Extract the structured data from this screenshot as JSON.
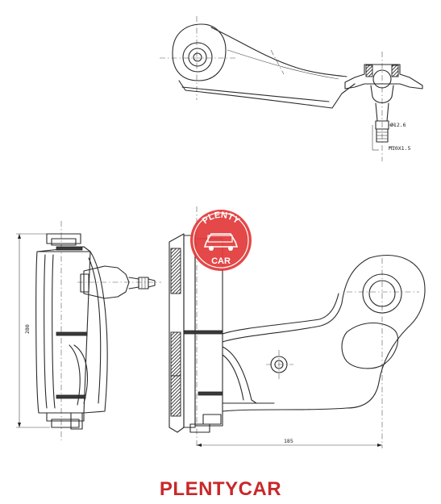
{
  "drawing": {
    "dimensions": {
      "ball_stud_diameter": "Ø12.6",
      "ball_stud_thread": "M10X1.5",
      "bushing_length": "280",
      "center_distance": "185"
    }
  },
  "stamp": {
    "top_text": "PLENTY",
    "bottom_text": "CAR",
    "color": "#e23a3a"
  },
  "brand": {
    "name": "PLENTYCAR",
    "color": "#c8282a"
  }
}
